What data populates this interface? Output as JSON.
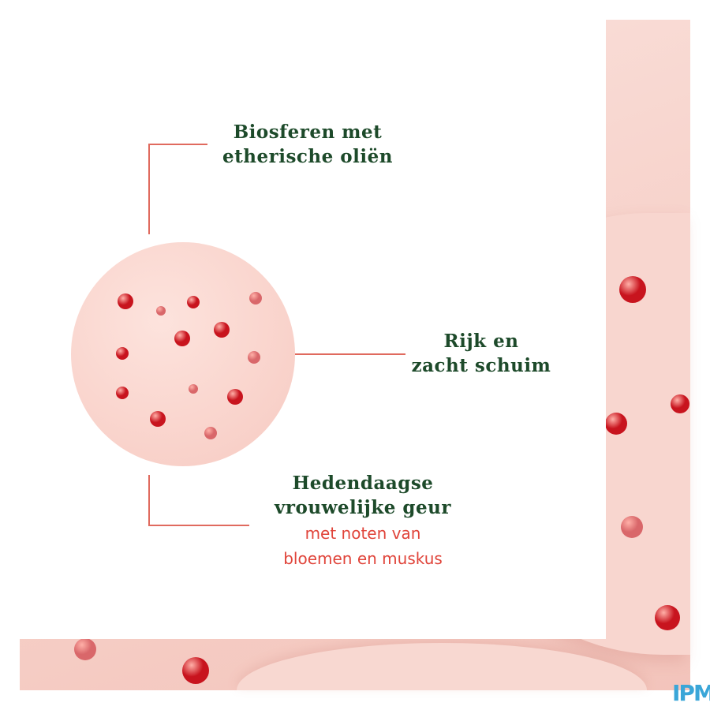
{
  "labels": {
    "biospheres": [
      "Biosferen met",
      "etherische oliën"
    ],
    "foam": [
      "Rijk en",
      "zacht schuim"
    ],
    "fragrance": [
      "Hedendaagse",
      "vrouwelijke geur"
    ],
    "fragrance_sub": [
      "met noten van",
      "bloemen en muskus"
    ]
  },
  "logo": "IPM",
  "colors": {
    "heading": "#1d4a2a",
    "accent": "#e0443a",
    "dot_red": "#c8141e",
    "dot_pink": "#d9676a"
  }
}
